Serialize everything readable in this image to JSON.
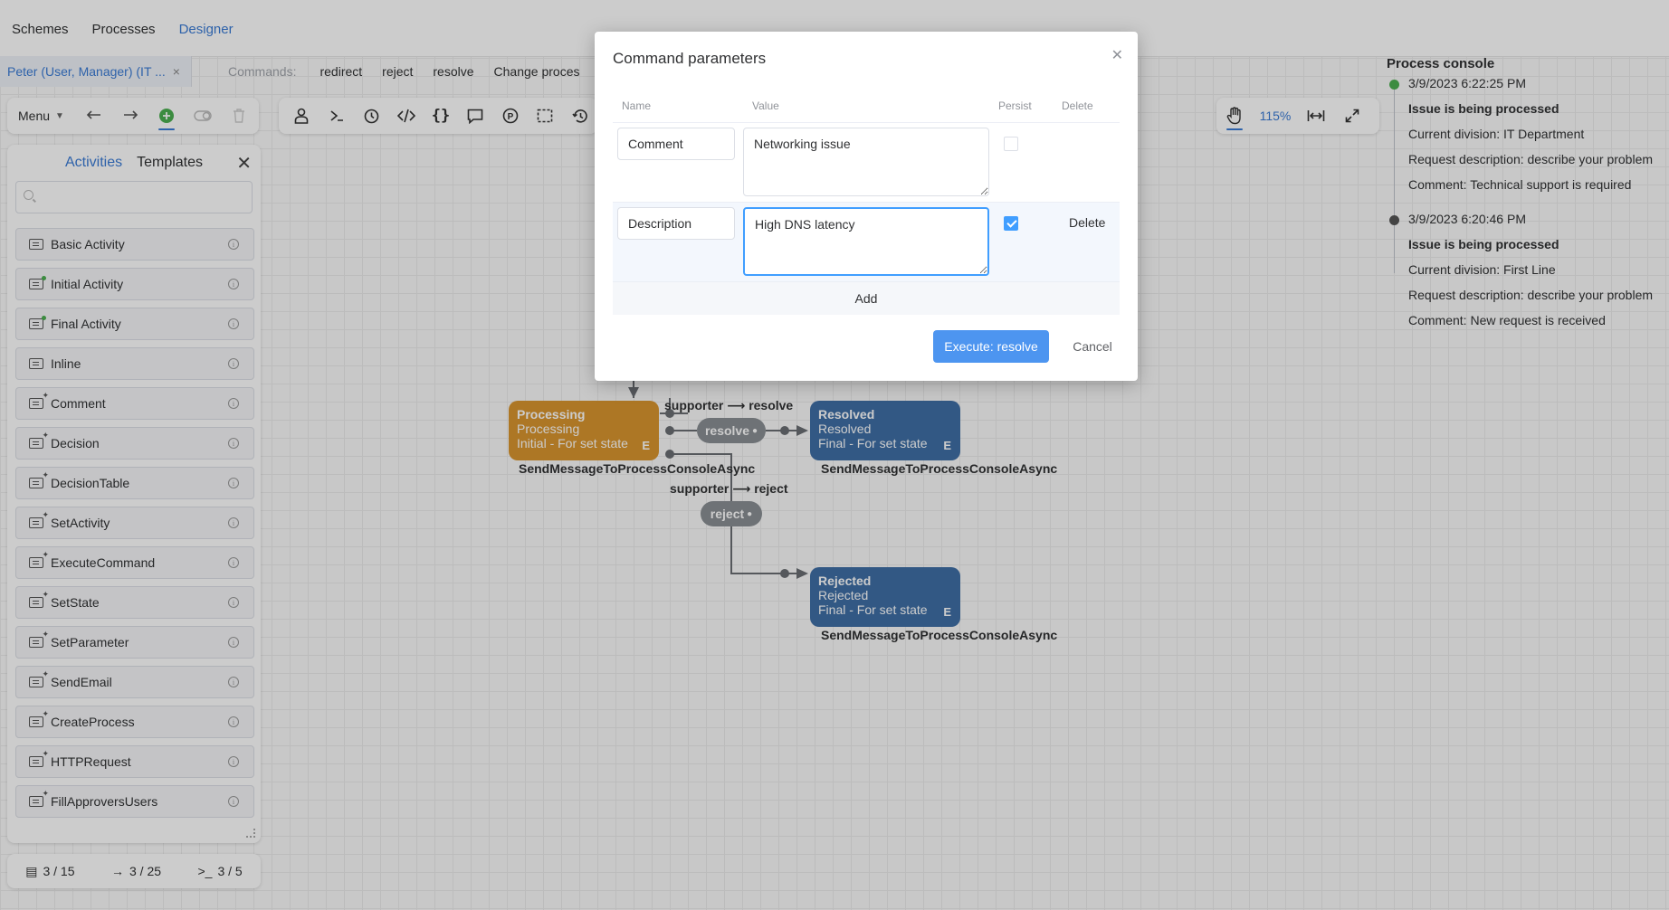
{
  "nav": {
    "schemes": "Schemes",
    "processes": "Processes",
    "designer": "Designer"
  },
  "user_tab": {
    "label": "Peter (User, Manager) (IT ...",
    "close": "×"
  },
  "commands": {
    "label": "Commands:",
    "items": [
      "redirect",
      "reject",
      "resolve",
      "Change proces"
    ]
  },
  "toolbar": {
    "menu_label": "Menu",
    "zoom": "115%"
  },
  "panel": {
    "tab_activities": "Activities",
    "tab_templates": "Templates",
    "search_placeholder": "",
    "items": [
      {
        "label": "Basic Activity",
        "icon": "basic-activity-icon"
      },
      {
        "label": "Initial Activity",
        "icon": "initial-activity-icon"
      },
      {
        "label": "Final Activity",
        "icon": "final-activity-icon"
      },
      {
        "label": "Inline",
        "icon": "inline-icon"
      },
      {
        "label": "Comment",
        "icon": "comment-activity-icon"
      },
      {
        "label": "Decision",
        "icon": "decision-icon"
      },
      {
        "label": "DecisionTable",
        "icon": "decision-table-icon"
      },
      {
        "label": "SetActivity",
        "icon": "set-activity-icon"
      },
      {
        "label": "ExecuteCommand",
        "icon": "execute-command-icon"
      },
      {
        "label": "SetState",
        "icon": "set-state-icon"
      },
      {
        "label": "SetParameter",
        "icon": "set-parameter-icon"
      },
      {
        "label": "SendEmail",
        "icon": "send-email-icon"
      },
      {
        "label": "CreateProcess",
        "icon": "create-process-icon"
      },
      {
        "label": "HTTPRequest",
        "icon": "http-request-icon"
      },
      {
        "label": "FillApproversUsers",
        "icon": "fill-approvers-icon"
      }
    ]
  },
  "status": {
    "activities": "3 / 15",
    "transitions": "3 / 25",
    "commands": "3 / 5"
  },
  "console": {
    "title": "Process console",
    "entries": [
      {
        "time": "3/9/2023 6:22:25 PM",
        "title": "Issue is being processed",
        "lines": [
          "Current division: IT Department",
          "Request description: describe your problem",
          "Comment: Technical support is required"
        ],
        "dot_color": "#4caf50"
      },
      {
        "time": "3/9/2023 6:20:46 PM",
        "title": "Issue is being processed",
        "lines": [
          "Current division: First Line",
          "Request description: describe your problem",
          "Comment: New request is received"
        ],
        "dot_color": "#555555"
      }
    ]
  },
  "diagram": {
    "processing": {
      "title": "Processing",
      "state": "Processing",
      "type": "Initial - For set state",
      "marker": "E",
      "action": "SendMessageToProcessConsoleAsync"
    },
    "resolved": {
      "title": "Resolved",
      "state": "Resolved",
      "type": "Final - For set state",
      "marker": "E",
      "action": "SendMessageToProcessConsoleAsync"
    },
    "rejected": {
      "title": "Rejected",
      "state": "Rejected",
      "type": "Final - For set state",
      "marker": "E",
      "action": "SendMessageToProcessConsoleAsync"
    },
    "edge_resolve_label": "supporter ⟶ resolve",
    "edge_reject_label": "supporter ⟶ reject",
    "pill_resolve": "resolve",
    "pill_reject": "reject"
  },
  "modal": {
    "title": "Command parameters",
    "headers": {
      "name": "Name",
      "value": "Value",
      "persist": "Persist",
      "delete": "Delete"
    },
    "rows": [
      {
        "name": "Comment",
        "value": "Networking issue",
        "persist": false
      },
      {
        "name": "Description",
        "value": "High DNS latency",
        "persist": true,
        "delete": "Delete"
      }
    ],
    "add_label": "Add",
    "execute_label": "Execute: resolve",
    "cancel_label": "Cancel"
  }
}
